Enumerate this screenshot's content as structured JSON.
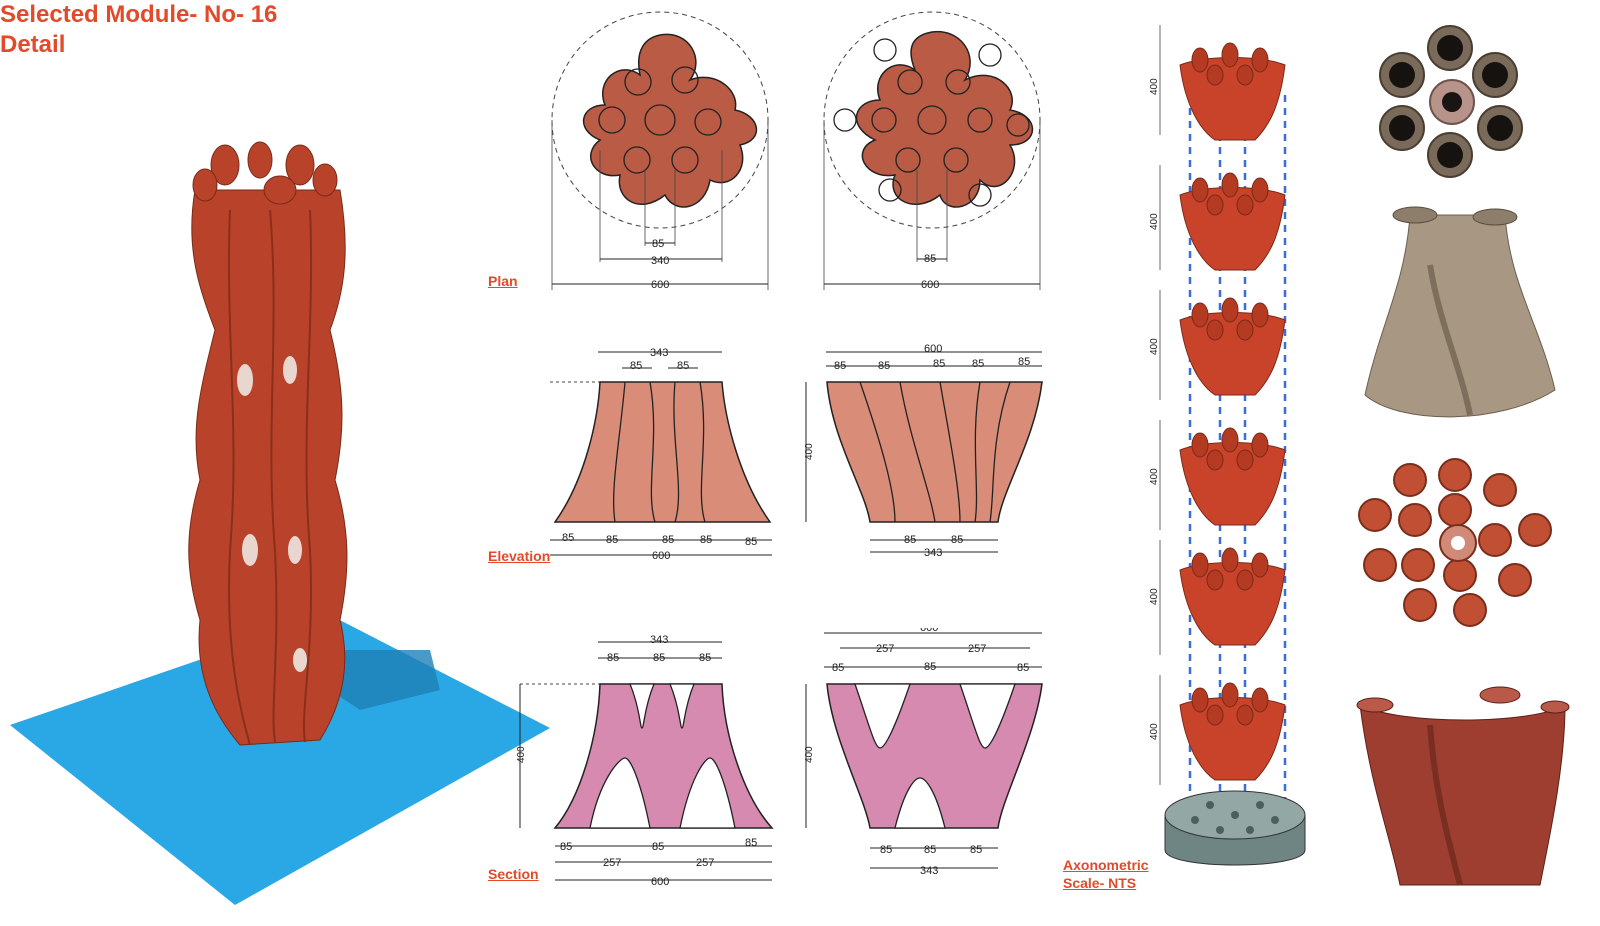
{
  "title": {
    "line1": "Selected Module- No- 16",
    "line2": "Detail"
  },
  "labels": {
    "plan": "Plan",
    "elevation": "Elevation",
    "section": "Section",
    "axonometric": "Axonometric",
    "scale": "Scale- NTS"
  },
  "plan_dims": {
    "d85": "85",
    "d340": "340",
    "d600": "600"
  },
  "elev_dims": {
    "d343": "343",
    "d85": "85",
    "d600": "600",
    "d400": "400"
  },
  "section_dims": {
    "d343": "343",
    "d85": "85",
    "d257": "257",
    "d600": "600",
    "d400": "400"
  },
  "axo_dims": {
    "d400": "400"
  },
  "colors": {
    "accent": "#e24a2a",
    "terracotta": "#b8432a",
    "ground": "#2aa8e6",
    "elevation_fill": "#d98d78",
    "section_fill": "#d68ab0",
    "guide": "#3a6fd8"
  }
}
